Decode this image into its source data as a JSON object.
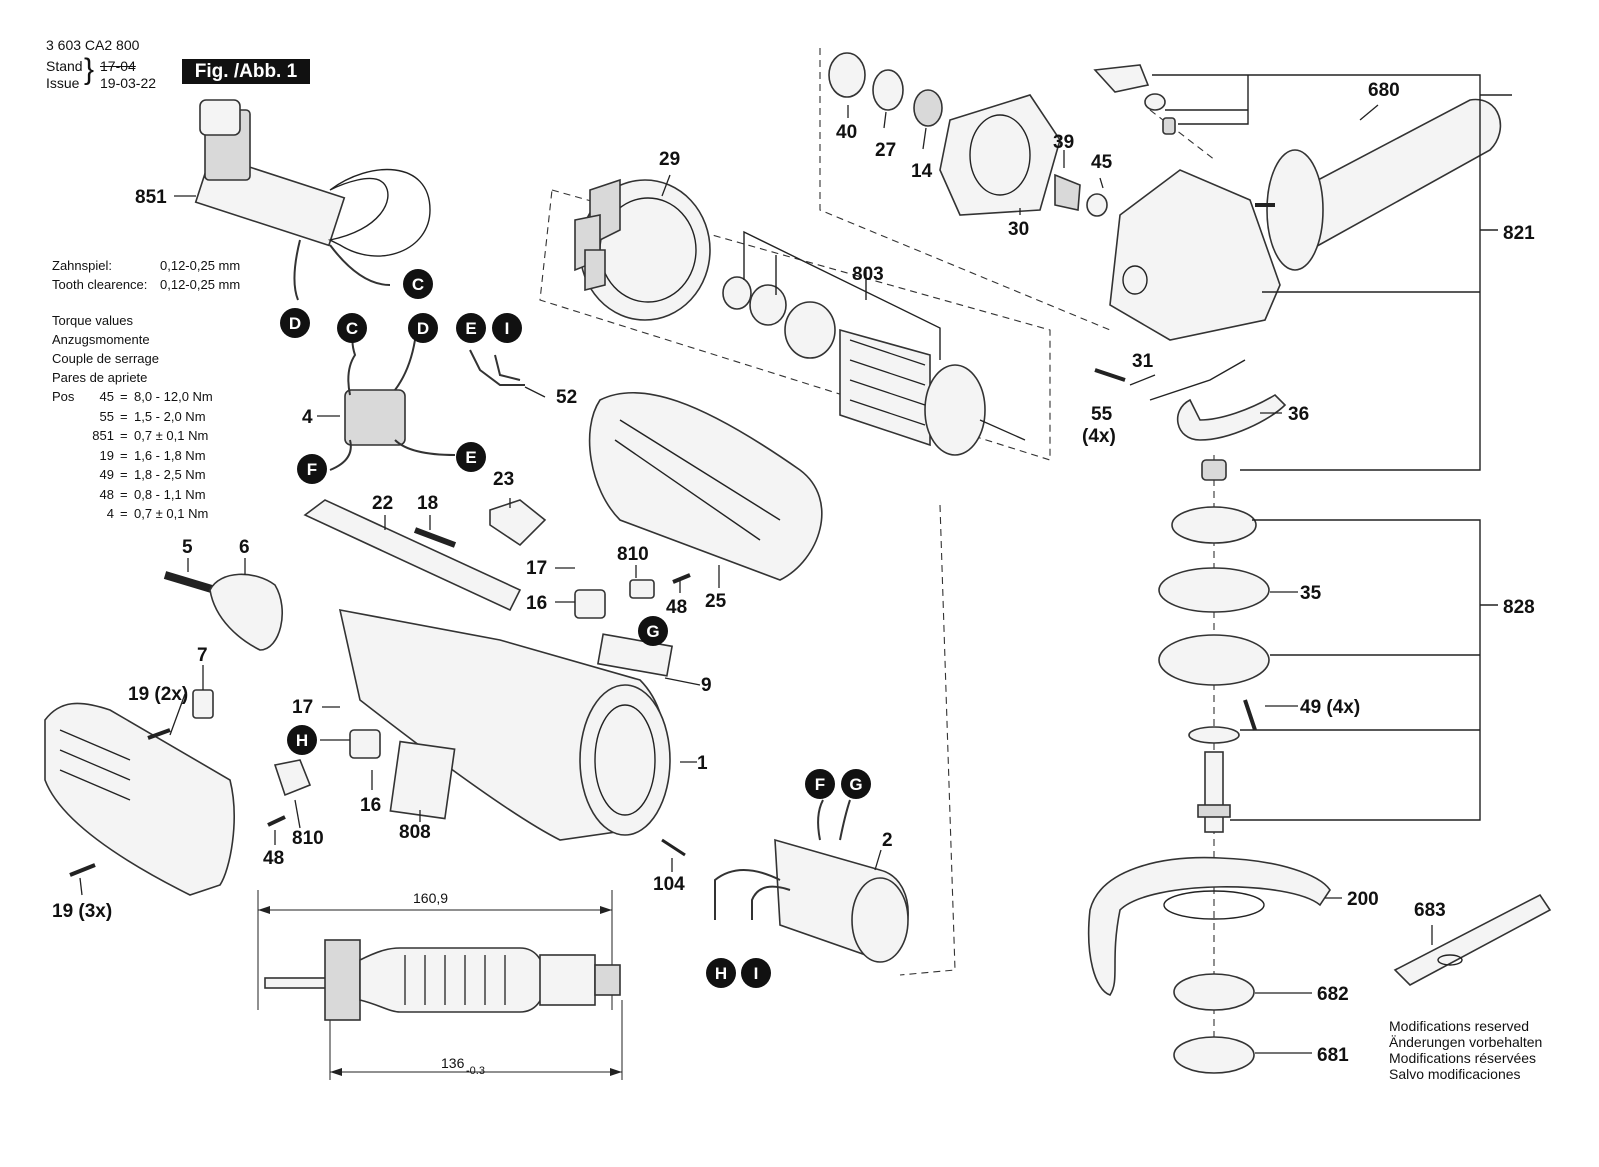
{
  "header": {
    "doc_number": "3 603 CA2 800",
    "stand_label": "Stand",
    "issue_label": "Issue",
    "old_date": "17-04",
    "issue_date": "19-03-22",
    "fig_label": "Fig. /Abb. 1"
  },
  "tooth_clearance": [
    {
      "label": "Zahnspiel:",
      "value": "0,12-0,25 mm"
    },
    {
      "label": "Tooth clearence:",
      "value": "0,12-0,25 mm"
    }
  ],
  "torque": {
    "titles": [
      "Torque values",
      "Anzugsmomente",
      "Couple de serrage",
      "Pares de apriete"
    ],
    "pos_label": "Pos",
    "rows": [
      {
        "pos": "45",
        "value": "8,0 - 12,0 Nm"
      },
      {
        "pos": "55",
        "value": "1,5 - 2,0 Nm"
      },
      {
        "pos": "851",
        "value": "0,7 ± 0,1 Nm"
      },
      {
        "pos": "19",
        "value": "1,6 - 1,8 Nm"
      },
      {
        "pos": "49",
        "value": "1,8 - 2,5 Nm"
      },
      {
        "pos": "48",
        "value": "0,8 - 1,1 Nm"
      },
      {
        "pos": "4",
        "value": "0,7 ± 0,1 Nm"
      }
    ]
  },
  "modifications": [
    "Modifications reserved",
    "Änderungen vorbehalten",
    "Modifications réservées",
    "Salvo modificaciones"
  ],
  "dimensions": {
    "overall": "160,9",
    "inner": "136",
    "inner_tol": "-0.3"
  },
  "part_labels": [
    {
      "id": "851",
      "text": "851"
    },
    {
      "id": "40",
      "text": "40"
    },
    {
      "id": "27",
      "text": "27"
    },
    {
      "id": "14",
      "text": "14"
    },
    {
      "id": "39",
      "text": "39"
    },
    {
      "id": "45",
      "text": "45"
    },
    {
      "id": "30",
      "text": "30"
    },
    {
      "id": "680",
      "text": "680"
    },
    {
      "id": "821",
      "text": "821"
    },
    {
      "id": "29",
      "text": "29"
    },
    {
      "id": "803",
      "text": "803"
    },
    {
      "id": "52",
      "text": "52"
    },
    {
      "id": "4",
      "text": "4"
    },
    {
      "id": "31",
      "text": "31"
    },
    {
      "id": "55",
      "text": "55"
    },
    {
      "id": "55x",
      "text": "(4x)"
    },
    {
      "id": "36",
      "text": "36"
    },
    {
      "id": "23",
      "text": "23"
    },
    {
      "id": "22",
      "text": "22"
    },
    {
      "id": "18",
      "text": "18"
    },
    {
      "id": "5",
      "text": "5"
    },
    {
      "id": "6",
      "text": "6"
    },
    {
      "id": "17a",
      "text": "17"
    },
    {
      "id": "810a",
      "text": "810"
    },
    {
      "id": "16a",
      "text": "16"
    },
    {
      "id": "48a",
      "text": "48"
    },
    {
      "id": "25",
      "text": "25"
    },
    {
      "id": "35",
      "text": "35"
    },
    {
      "id": "828",
      "text": "828"
    },
    {
      "id": "7",
      "text": "7"
    },
    {
      "id": "9",
      "text": "9"
    },
    {
      "id": "19a",
      "text": "19 (2x)"
    },
    {
      "id": "17b",
      "text": "17"
    },
    {
      "id": "49",
      "text": "49 (4x)"
    },
    {
      "id": "1",
      "text": "1"
    },
    {
      "id": "16b",
      "text": "16"
    },
    {
      "id": "810b",
      "text": "810"
    },
    {
      "id": "808",
      "text": "808"
    },
    {
      "id": "48b",
      "text": "48"
    },
    {
      "id": "2",
      "text": "2"
    },
    {
      "id": "200",
      "text": "200"
    },
    {
      "id": "104",
      "text": "104"
    },
    {
      "id": "19b",
      "text": "19 (3x)"
    },
    {
      "id": "683",
      "text": "683"
    },
    {
      "id": "682",
      "text": "682"
    },
    {
      "id": "681",
      "text": "681"
    }
  ],
  "connectors": [
    "C",
    "D",
    "C",
    "D",
    "E",
    "I",
    "F",
    "E",
    "G",
    "H",
    "F",
    "G",
    "H",
    "I"
  ]
}
